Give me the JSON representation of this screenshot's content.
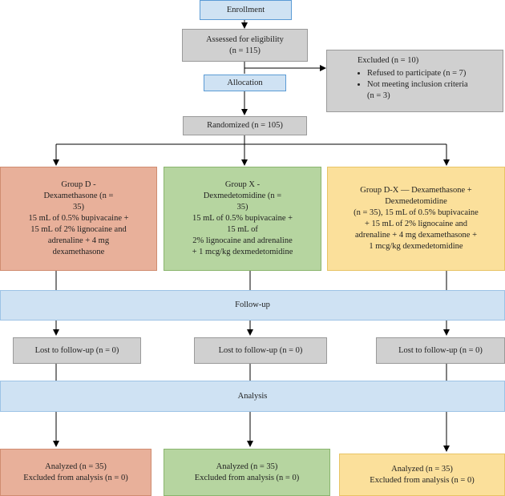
{
  "enrollment": "Enrollment",
  "assessed": "Assessed for eligibility\n(n = 115)",
  "excluded": {
    "title": "Excluded (n = 10)",
    "items": [
      "Refused to participate (n = 7)",
      "Not meeting inclusion criteria\n(n = 3)"
    ]
  },
  "allocation": "Allocation",
  "randomized": "Randomized (n = 105)",
  "groups": {
    "d": "Group D -\nDexamethasone (n =\n35)\n15 mL of 0.5% bupivacaine +\n15 mL of 2% lignocaine and\nadrenaline + 4 mg\ndexamethasone",
    "x": "Group X -\nDexmedetomidine (n =\n35)\n15 mL of 0.5% bupivacaine +\n15 mL of\n2% lignocaine and adrenaline\n+ 1 mcg/kg dexmedetomidine",
    "dx": "Group D-X — Dexamethasone +\nDexmedetomidine\n(n = 35), 15 mL of 0.5% bupivacaine\n+ 15 mL of 2% lignocaine and\nadrenaline + 4 mg dexamethasone +\n1 mcg/kg dexmedetomidine"
  },
  "followup": "Follow-up",
  "lost": [
    "Lost to follow-up (n = 0)",
    "Lost to follow-up (n = 0)",
    "Lost to follow-up (n = 0)"
  ],
  "analysis": "Analysis",
  "analyzed": [
    "Analyzed (n = 35)\nExcluded from analysis (n = 0)",
    "Analyzed (n = 35)\nExcluded from analysis (n = 0)",
    "Analyzed (n = 35)\nExcluded from analysis (n = 0)"
  ]
}
